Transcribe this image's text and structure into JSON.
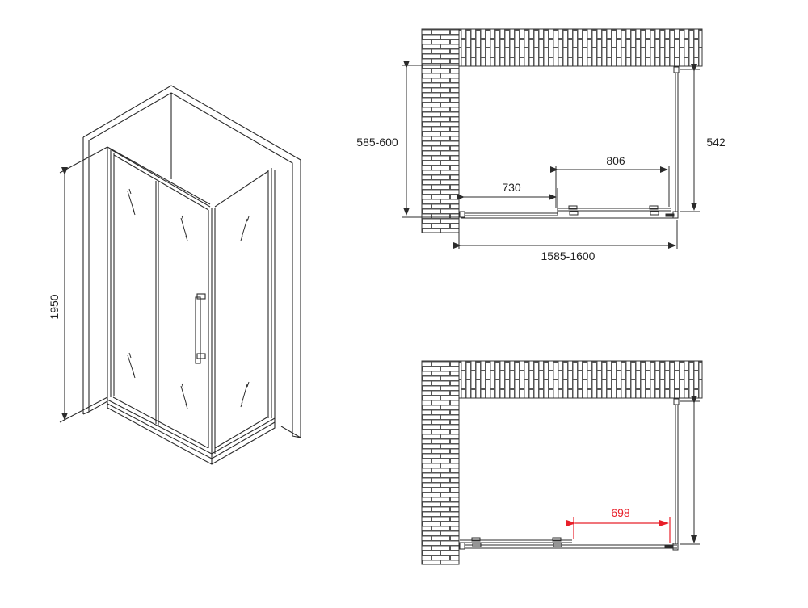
{
  "colors": {
    "line": "#2b2b2b",
    "brick_fill": "#ffffff",
    "mortar": "#555555",
    "highlight": "#e8202a",
    "background": "#ffffff"
  },
  "iso_view": {
    "height_label": "1950"
  },
  "plan_top": {
    "depth_label": "585-600",
    "fixed_panel_label": "542",
    "opening_left_label": "730",
    "door_label": "806",
    "width_label": "1585-1600"
  },
  "plan_bottom": {
    "opening_label": "698"
  }
}
